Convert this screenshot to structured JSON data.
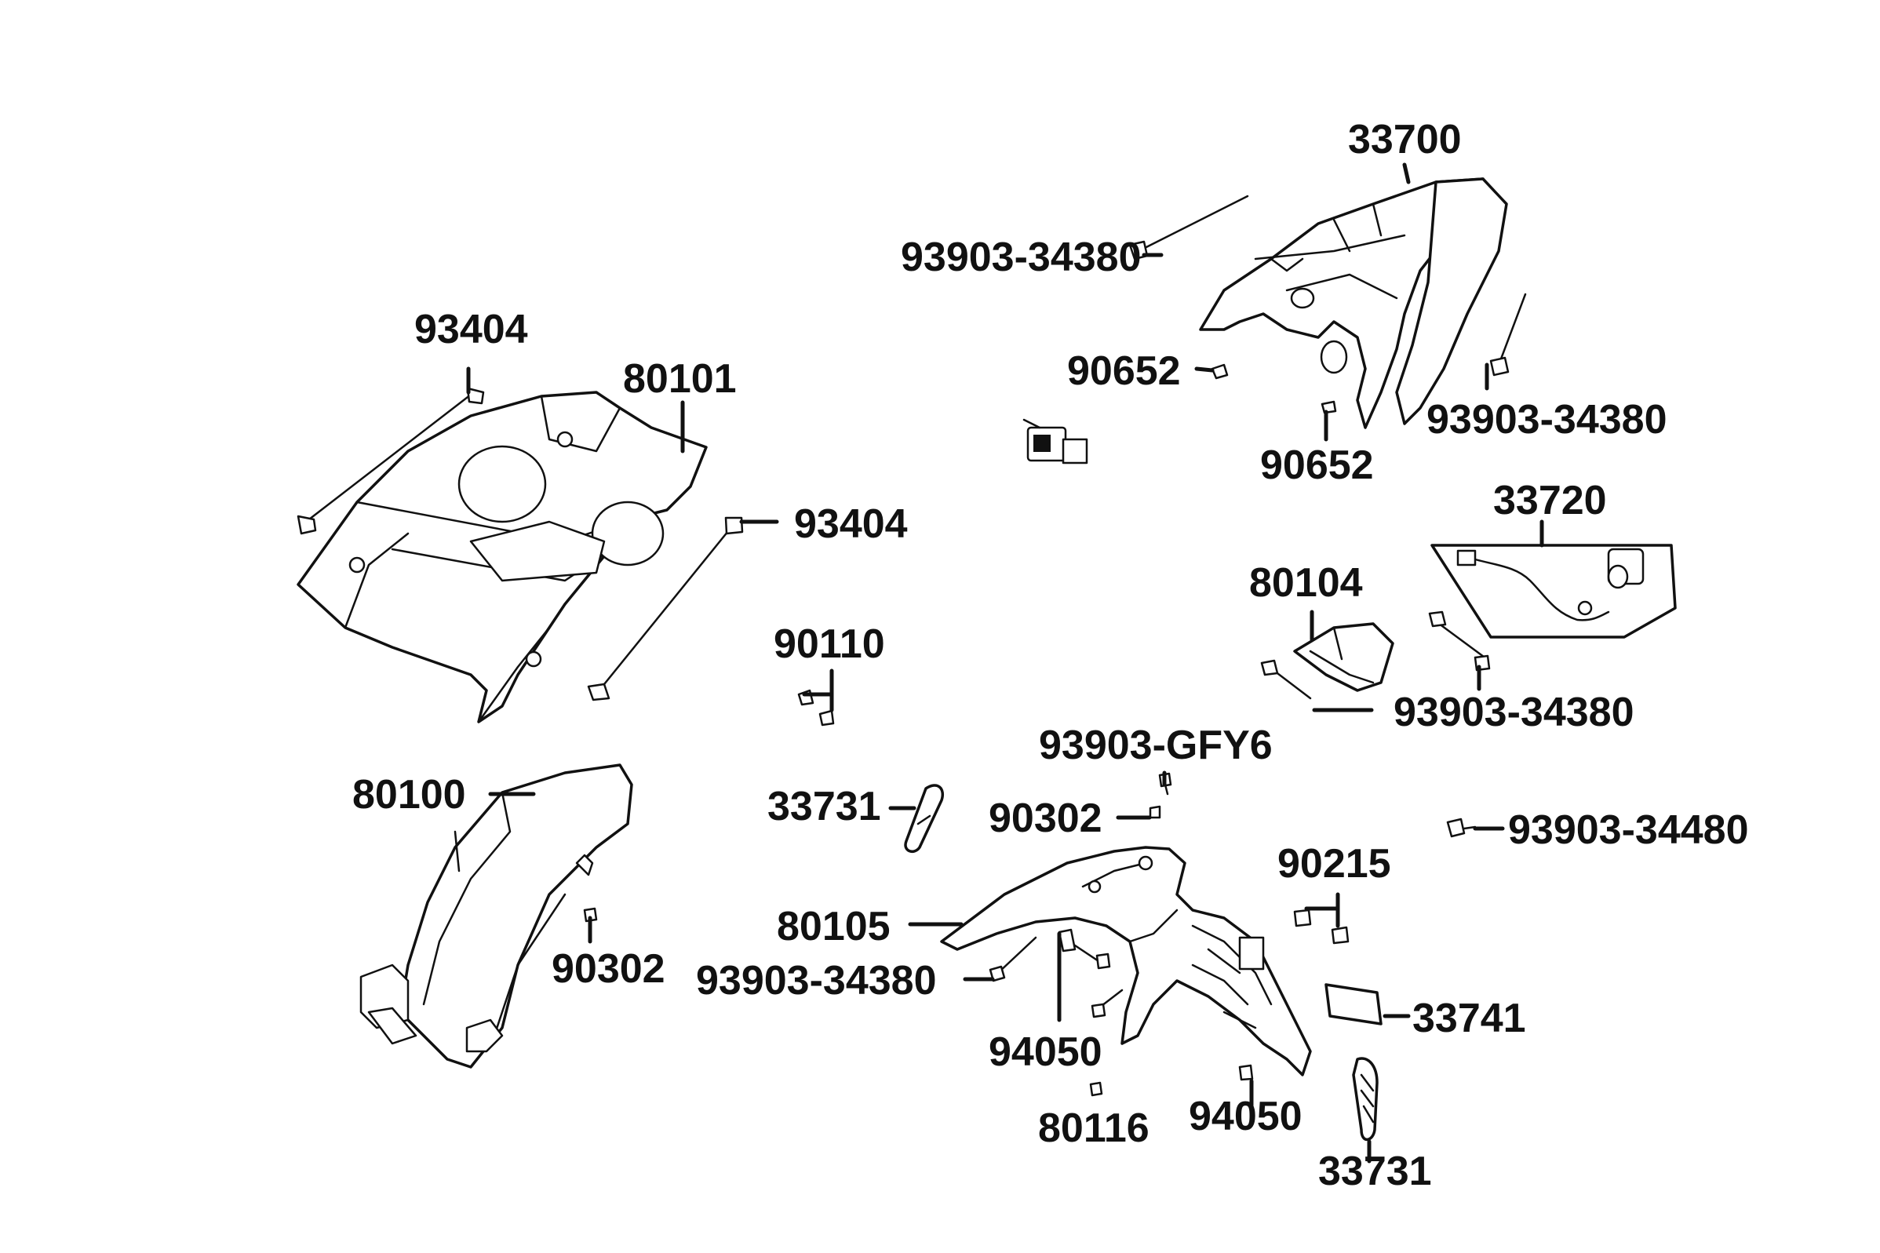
{
  "callouts": {
    "p33700": "33700",
    "p93903_34380_top": "93903-34380",
    "p90652_left": "90652",
    "p90652_right": "90652",
    "p93903_34380_right": "93903-34380",
    "p33720": "33720",
    "p80104": "80104",
    "p93903_34380_mid": "93903-34380",
    "p93404_top": "93404",
    "p80101": "80101",
    "p93404_mid": "93404",
    "p90110": "90110",
    "p80100": "80100",
    "p90302_left": "90302",
    "p33731_left": "33731",
    "p93903_GFY6": "93903-GFY6",
    "p90302_mid": "90302",
    "p93903_34480": "93903-34480",
    "p90215": "90215",
    "p80105": "80105",
    "p93903_34380_low": "93903-34380",
    "p33741": "33741",
    "p94050_left": "94050",
    "p94050_right": "94050",
    "p80116": "80116",
    "p33731_right": "33731"
  }
}
